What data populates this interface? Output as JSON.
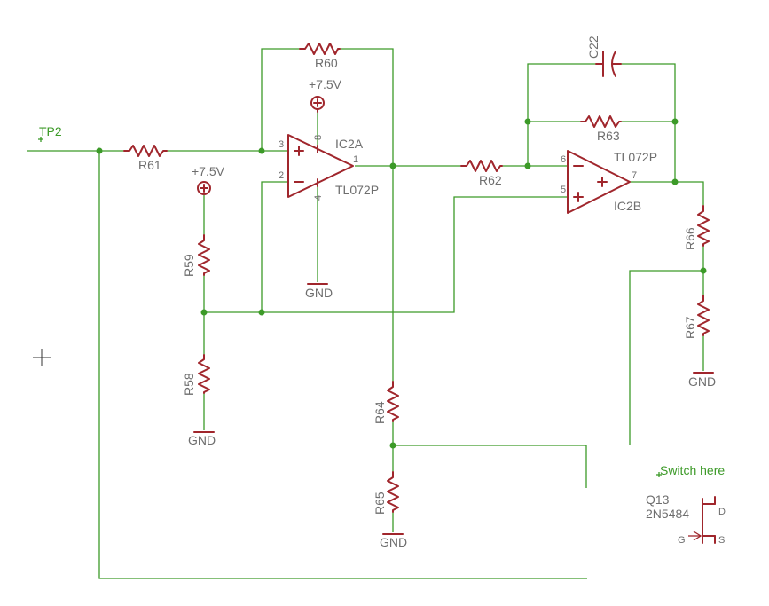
{
  "labels": {
    "tp2": "TP2",
    "switch_here": "Switch here",
    "r58": "R58",
    "r59": "R59",
    "r60": "R60",
    "r61": "R61",
    "r62": "R62",
    "r63": "R63",
    "r64": "R64",
    "r65": "R65",
    "r66": "R66",
    "r67": "R67",
    "c22": "C22",
    "ic2a": "IC2A",
    "ic2a_part": "TL072P",
    "ic2b": "IC2B",
    "ic2b_part": "TL072P",
    "q13": "Q13",
    "q13_part": "2N5484",
    "q13_d": "D",
    "q13_s": "S",
    "q13_g": "G",
    "supply1": "+7.5V",
    "supply2": "+7.5V",
    "gnd_r58": "GND",
    "gnd_ic2a": "GND",
    "gnd_r65": "GND",
    "gnd_r67": "GND",
    "pin_ic2a_3": "3",
    "pin_ic2a_2": "2",
    "pin_ic2a_1": "1",
    "pin_ic2a_8": "8",
    "pin_ic2a_4": "4",
    "pin_ic2b_6": "6",
    "pin_ic2b_5": "5",
    "pin_ic2b_7": "7"
  },
  "colors": {
    "wire": "#3c9a28",
    "component": "#a0262c",
    "label": "#6e6e6e"
  }
}
